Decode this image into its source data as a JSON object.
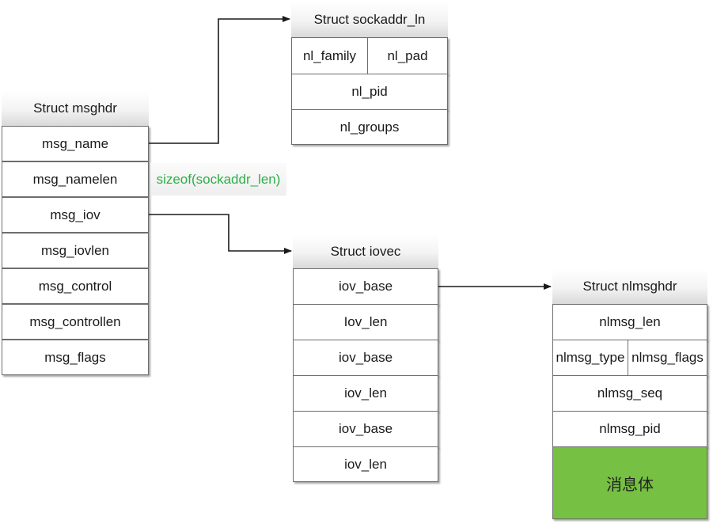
{
  "msghdr": {
    "title": "Struct msghdr",
    "fields": [
      "msg_name",
      "msg_namelen",
      "msg_iov",
      "msg_iovlen",
      "msg_control",
      "msg_controllen",
      "msg_flags"
    ]
  },
  "namelen_annotation": "sizeof(sockaddr_len)",
  "sockaddr": {
    "title": "Struct sockaddr_ln",
    "row1": [
      "nl_family",
      "nl_pad"
    ],
    "nl_pid": "nl_pid",
    "nl_groups": "nl_groups"
  },
  "iovec": {
    "title": "Struct iovec",
    "fields": [
      "iov_base",
      "Iov_len",
      "iov_base",
      "iov_len",
      "iov_base",
      "iov_len"
    ]
  },
  "nlmsghdr": {
    "title": "Struct nlmsghdr",
    "nlmsg_len": "nlmsg_len",
    "row2": [
      "nlmsg_type",
      "nlmsg_flags"
    ],
    "nlmsg_seq": "nlmsg_seq",
    "nlmsg_pid": "nlmsg_pid",
    "body": "消息体"
  },
  "colors": {
    "annotation": "#2fae48",
    "body_fill": "#76c043",
    "border": "#6e6e6e",
    "arrow": "#1a1a1a"
  }
}
